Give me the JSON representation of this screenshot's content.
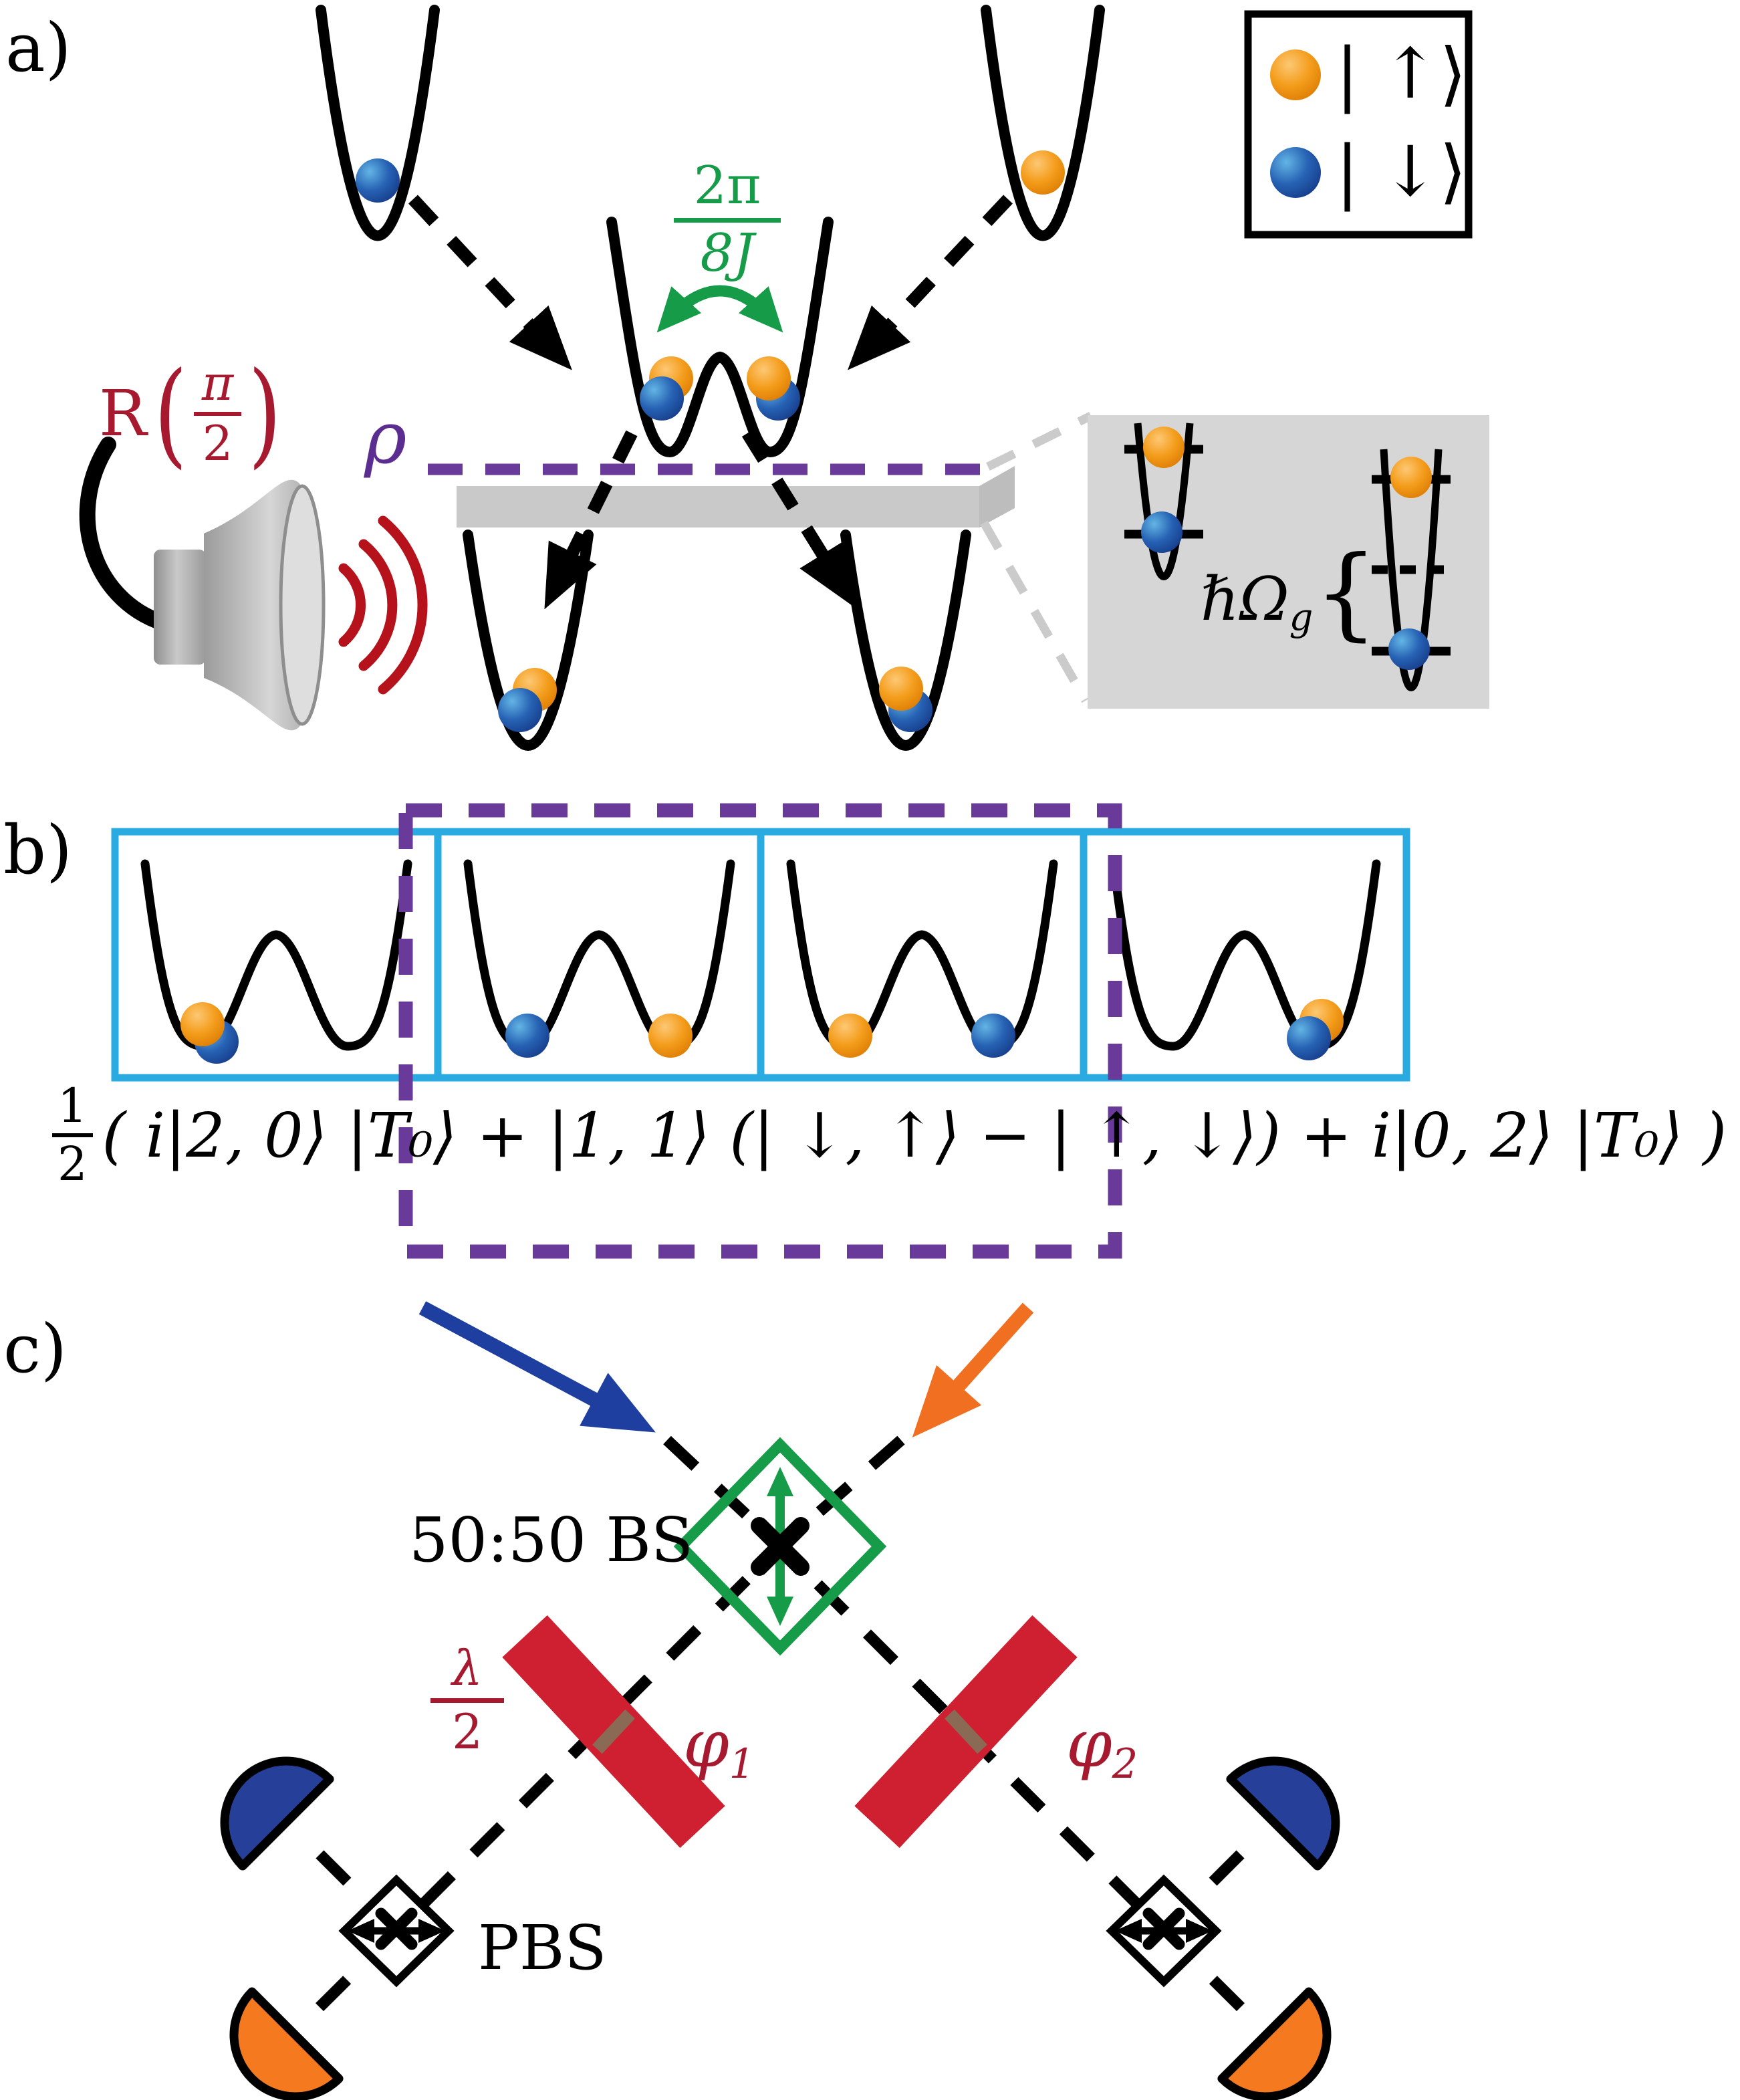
{
  "figure": {
    "panel_a_label": "a)",
    "panel_b_label": "b)",
    "panel_c_label": "c)",
    "legend": {
      "up": "| ↑⟩",
      "down": "| ↓⟩"
    },
    "panel_a": {
      "exchange_frac": {
        "num": "2π",
        "den": "8J"
      },
      "rotation": {
        "prefix": "R",
        "open": "(",
        "frac": {
          "num": "π",
          "den": "2"
        },
        "close": ")"
      },
      "density_label": "ρ",
      "inset": {
        "energy_label": "ℏΩ",
        "energy_sub": "g",
        "brace": "{"
      }
    },
    "panel_b": {
      "formula": {
        "num": "1",
        "den": "2",
        "body": "( i|2, 0⟩ |T₀⟩ + |1, 1⟩ (| ↓, ↑⟩ − | ↑, ↓⟩) + i|0, 2⟩ |T₀⟩ )"
      }
    },
    "panel_c": {
      "bs_label": "50:50 BS",
      "waveplate": {
        "num": "λ",
        "den": "2"
      },
      "phi1": {
        "base": "φ",
        "sub": "1"
      },
      "phi2": {
        "base": "φ",
        "sub": "2"
      },
      "pbs_label": "PBS"
    },
    "colors": {
      "orange": "#F5921E",
      "blue": "#1F5AAD",
      "green": "#169C49",
      "red_plate": "#CE2030",
      "dark_red": "#A6192E",
      "purple": "#6A3A9B",
      "cyan": "#29ABE2",
      "gray_bar": "#C9C9C9",
      "inset_bg": "#D6D6D6"
    }
  }
}
